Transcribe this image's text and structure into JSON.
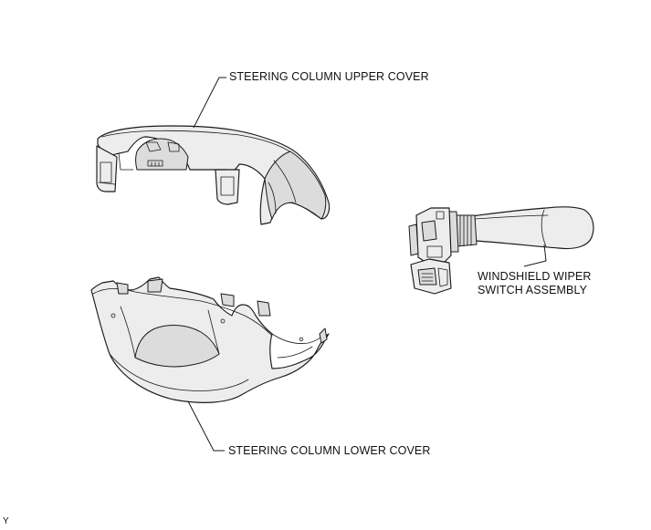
{
  "labels": {
    "upper_cover": "STEERING COLUMN UPPER COVER",
    "lower_cover": "STEERING COLUMN LOWER COVER",
    "wiper_switch_line1": "WINDSHIELD WIPER",
    "wiper_switch_line2": "SWITCH ASSEMBLY",
    "corner_mark": "Y"
  }
}
